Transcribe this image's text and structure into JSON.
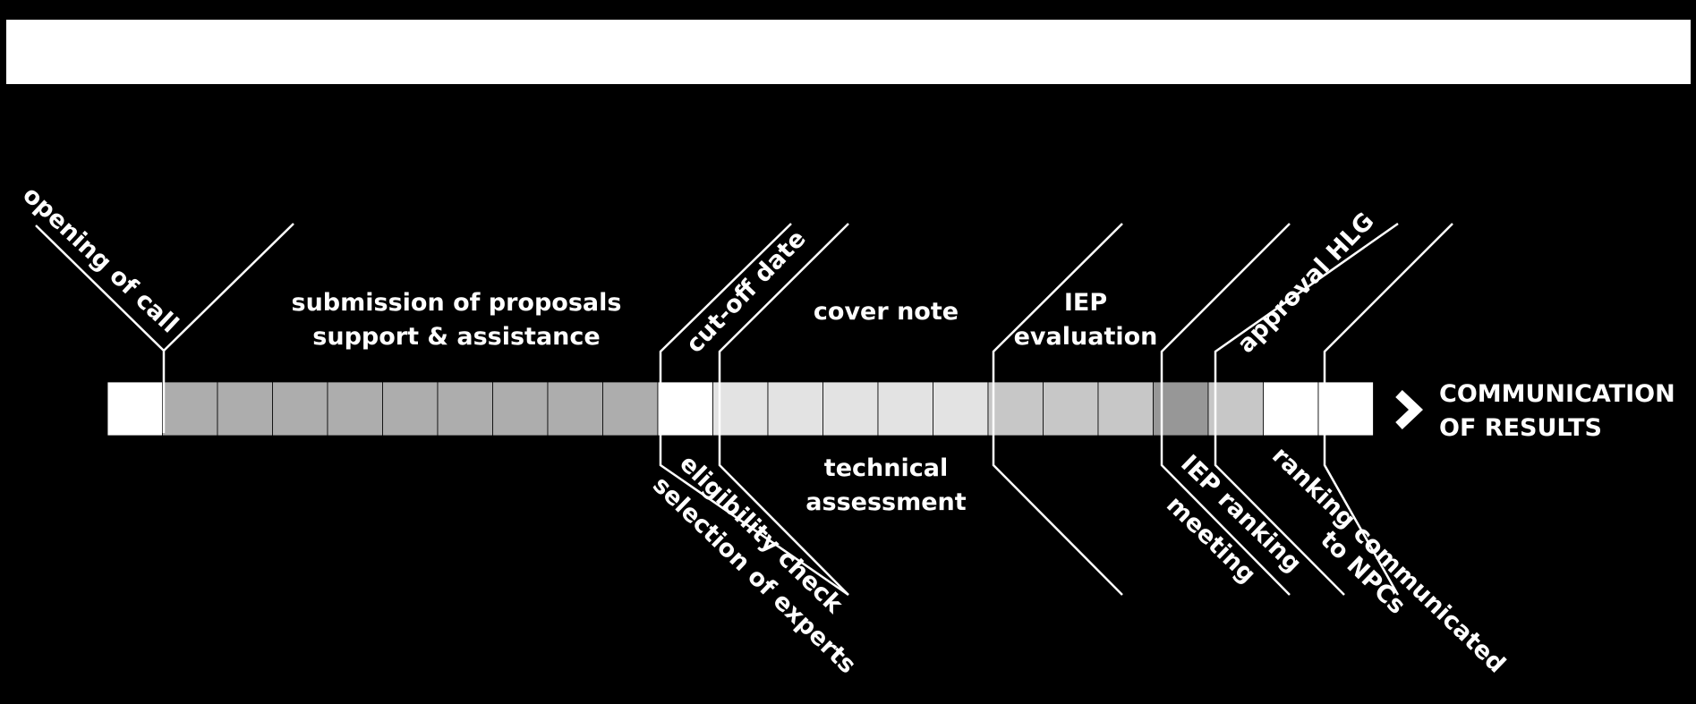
{
  "header": {
    "color": "#ffffff"
  },
  "timeline": {
    "cells": [
      {
        "shade": "#ffffff"
      },
      {
        "shade": "#adadad"
      },
      {
        "shade": "#adadad"
      },
      {
        "shade": "#adadad"
      },
      {
        "shade": "#adadad"
      },
      {
        "shade": "#adadad"
      },
      {
        "shade": "#adadad"
      },
      {
        "shade": "#adadad"
      },
      {
        "shade": "#adadad"
      },
      {
        "shade": "#adadad"
      },
      {
        "shade": "#ffffff"
      },
      {
        "shade": "#e3e3e3"
      },
      {
        "shade": "#e3e3e3"
      },
      {
        "shade": "#e3e3e3"
      },
      {
        "shade": "#e3e3e3"
      },
      {
        "shade": "#e3e3e3"
      },
      {
        "shade": "#c7c7c7"
      },
      {
        "shade": "#c7c7c7"
      },
      {
        "shade": "#c7c7c7"
      },
      {
        "shade": "#979797"
      },
      {
        "shade": "#c7c7c7"
      },
      {
        "shade": "#ffffff"
      },
      {
        "shade": "#ffffff"
      }
    ]
  },
  "labels": {
    "opening_of_call": "opening of call",
    "submission_line1": "submission of proposals",
    "submission_line2": "support & assistance",
    "cut_off_date": "cut-off date",
    "cover_note": "cover note",
    "iep_line1": "IEP",
    "iep_line2": "evaluation",
    "approval_hlg": "approval HLG",
    "eligibility_check": "eligibility check",
    "selection_of_experts": "selection of experts",
    "technical_line1": "technical",
    "technical_line2": "assessment",
    "iep_ranking": "IEP ranking",
    "meeting": "meeting",
    "ranking_communicated": "ranking communicated",
    "to_npcs": "to NPCs",
    "final_line1": "COMMUNICATION",
    "final_line2": "OF RESULTS"
  },
  "icons": {
    "arrow": "chevron-right-icon"
  }
}
